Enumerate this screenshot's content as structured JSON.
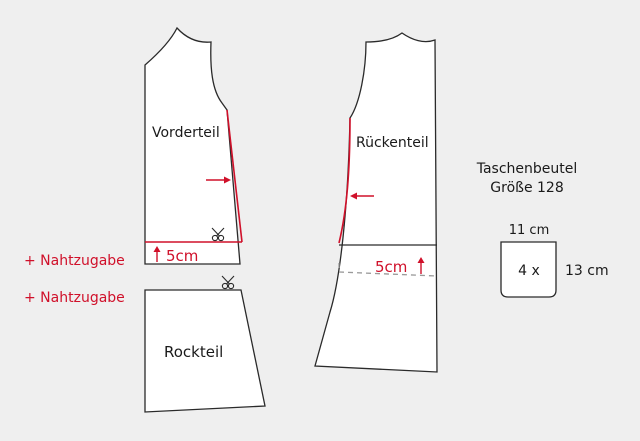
{
  "colors": {
    "background": "#efefef",
    "outline": "#2a2a2a",
    "accent": "#d0102a",
    "dashed": "#9a9a9a"
  },
  "pieces": {
    "front": {
      "label": "Vorderteil"
    },
    "back": {
      "label": "Rückenteil"
    },
    "skirt": {
      "label": "Rockteil"
    }
  },
  "annotations": {
    "seam_allowance_top": "+ Nahtzugabe",
    "seam_allowance_bottom": "+ Nahtzugabe",
    "front_measure": "5cm",
    "back_measure": "5cm"
  },
  "pocket": {
    "title": "Taschenbeutel",
    "size": "Größe 128",
    "width": "11 cm",
    "height": "13 cm",
    "count": "4 x"
  },
  "icons": {
    "front_cut": "scissors-icon",
    "skirt_cut": "scissors-icon",
    "front_arrow": "arrow-right-icon",
    "back_arrow": "arrow-left-icon",
    "front_up": "arrow-up-icon",
    "back_up": "arrow-up-icon"
  }
}
